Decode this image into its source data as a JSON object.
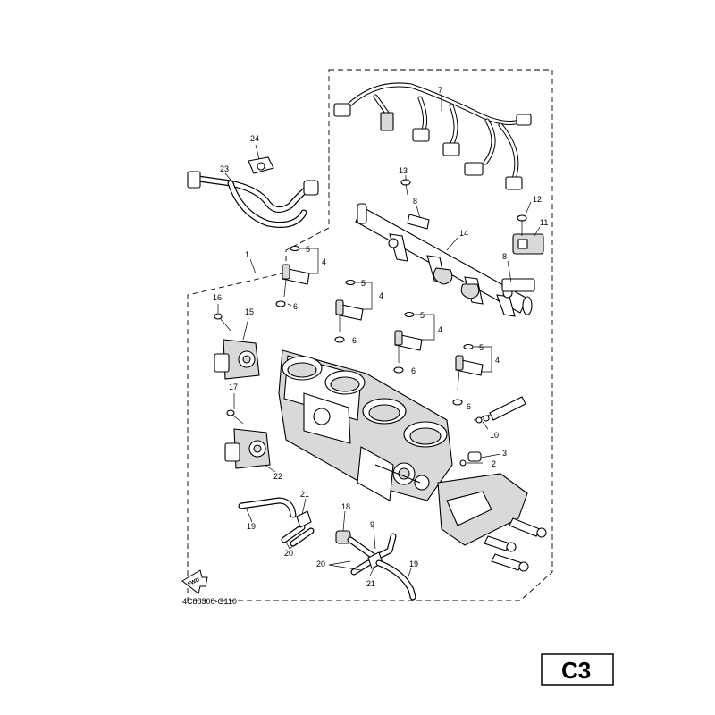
{
  "diagram": {
    "catalog_number": "4C88300-G110",
    "page_code": "C3",
    "fwd_label": "FWD",
    "callouts": {
      "c1": "1",
      "c2": "2",
      "c3": "3",
      "c4a": "4",
      "c4b": "4",
      "c4c": "4",
      "c4d": "4",
      "c5a": "5",
      "c5b": "5",
      "c5c": "5",
      "c5d": "5",
      "c6a": "6",
      "c6b": "6",
      "c6c": "6",
      "c6d": "6",
      "c7": "7",
      "c8a": "8",
      "c8b": "8",
      "c9": "9",
      "c10": "10",
      "c11": "11",
      "c12": "12",
      "c13": "13",
      "c14": "14",
      "c15": "15",
      "c16": "16",
      "c17": "17",
      "c18": "18",
      "c19a": "19",
      "c19b": "19",
      "c20a": "20",
      "c20b": "20",
      "c21a": "21",
      "c21b": "21",
      "c22": "22",
      "c23": "23",
      "c24": "24"
    }
  }
}
